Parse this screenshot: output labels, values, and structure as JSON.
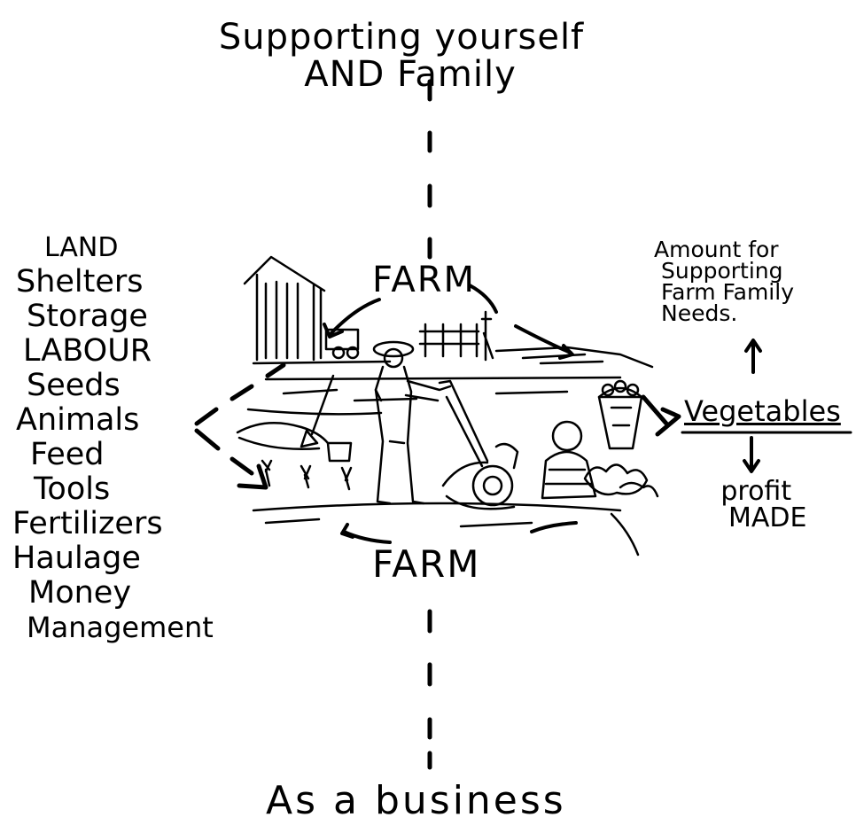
{
  "top_caption": {
    "line1": "Supporting yourself",
    "line2": "AND Family"
  },
  "bottom_caption": "As a business",
  "farm_labels": {
    "top": "FARM",
    "bottom": "FARM"
  },
  "inputs": [
    "LAND",
    "Shelters",
    "Storage",
    "LABOUR",
    "Seeds",
    "Animals",
    "Feed",
    "Tools",
    "Fertilizers",
    "Haulage",
    "Money",
    "Management"
  ],
  "outputs": {
    "product": "Vegetables",
    "family_share": [
      "Amount for",
      "Supporting",
      "Farm Family",
      "Needs."
    ],
    "profit": [
      "profit",
      "MADE"
    ]
  },
  "colors": {
    "ink": "#000000",
    "paper": "#ffffff"
  },
  "icons": [
    "farmer-with-tiller-illustration",
    "barn-icon",
    "vegetable-basket-icon"
  ]
}
